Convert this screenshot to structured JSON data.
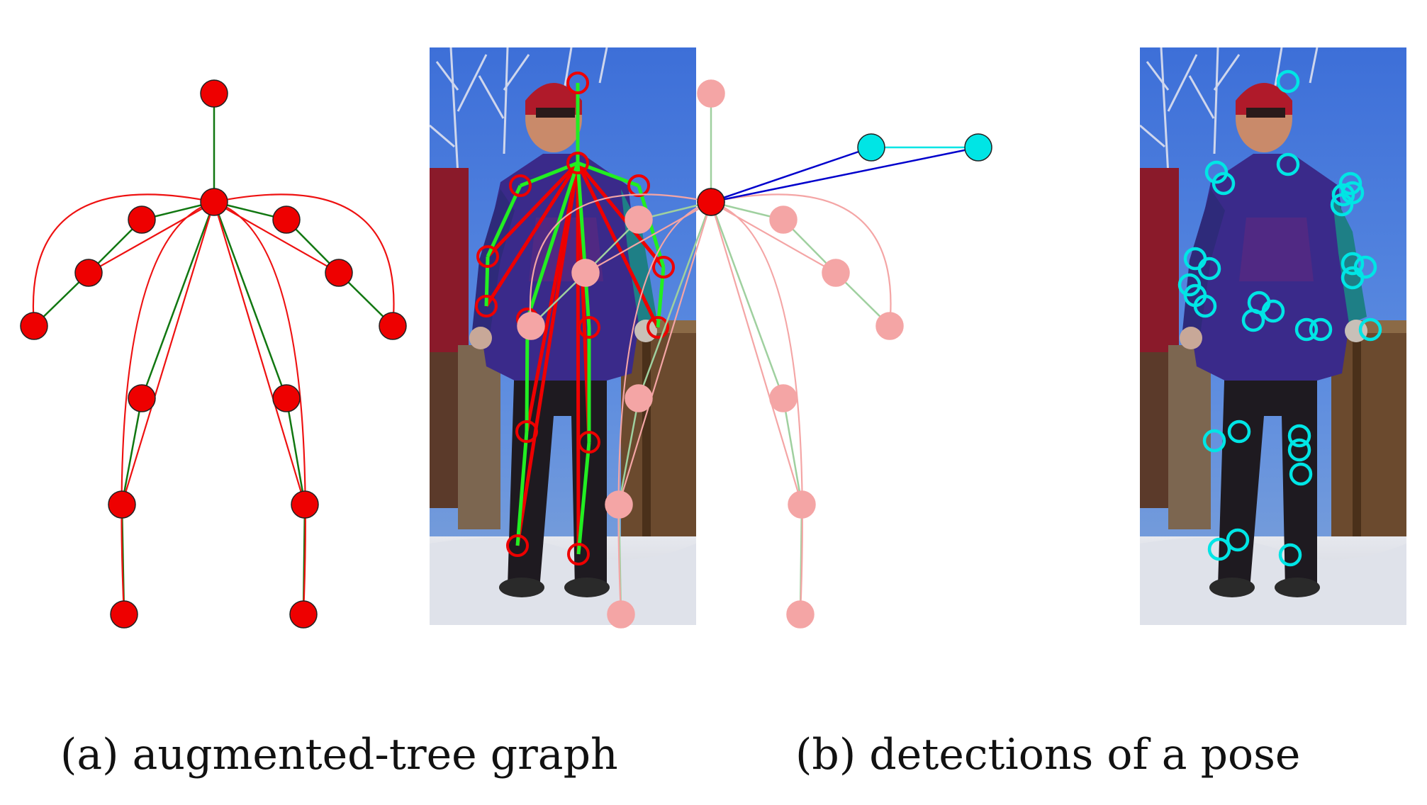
{
  "captions": {
    "a": "(a) augmented-tree graph",
    "b": "(b) detections of a pose"
  },
  "colors": {
    "node_fill": "#ee0000",
    "node_stroke": "#222222",
    "tree_edge": "#117711",
    "aug_edge": "#ee1111",
    "faded_node": "#f4a5a5",
    "faded_tree_edge": "#9fd09f",
    "faded_aug_edge": "#f4a5a5",
    "detection": "#00e5e5",
    "detection_pair_edge": "#00e5e5",
    "detection_link_edge": "#0000cc",
    "photo_tree_edge": "#22ee22",
    "photo_aug_edge": "#ee0000"
  },
  "skeleton": {
    "joints": [
      "head",
      "neck",
      "r_shoulder",
      "r_elbow",
      "r_wrist",
      "l_shoulder",
      "l_elbow",
      "l_wrist",
      "r_hip",
      "r_knee",
      "r_ankle",
      "l_hip",
      "l_knee",
      "l_ankle"
    ],
    "tree_edges": [
      [
        "head",
        "neck"
      ],
      [
        "neck",
        "r_shoulder"
      ],
      [
        "r_shoulder",
        "r_elbow"
      ],
      [
        "r_elbow",
        "r_wrist"
      ],
      [
        "neck",
        "l_shoulder"
      ],
      [
        "l_shoulder",
        "l_elbow"
      ],
      [
        "l_elbow",
        "l_wrist"
      ],
      [
        "neck",
        "r_hip"
      ],
      [
        "r_hip",
        "r_knee"
      ],
      [
        "r_knee",
        "r_ankle"
      ],
      [
        "neck",
        "l_hip"
      ],
      [
        "l_hip",
        "l_knee"
      ],
      [
        "l_knee",
        "l_ankle"
      ]
    ],
    "aug_edges": [
      [
        "neck",
        "r_elbow"
      ],
      [
        "neck",
        "r_wrist"
      ],
      [
        "neck",
        "l_elbow"
      ],
      [
        "neck",
        "l_wrist"
      ],
      [
        "neck",
        "r_knee"
      ],
      [
        "neck",
        "r_ankle"
      ],
      [
        "neck",
        "l_knee"
      ],
      [
        "neck",
        "l_ankle"
      ]
    ]
  }
}
